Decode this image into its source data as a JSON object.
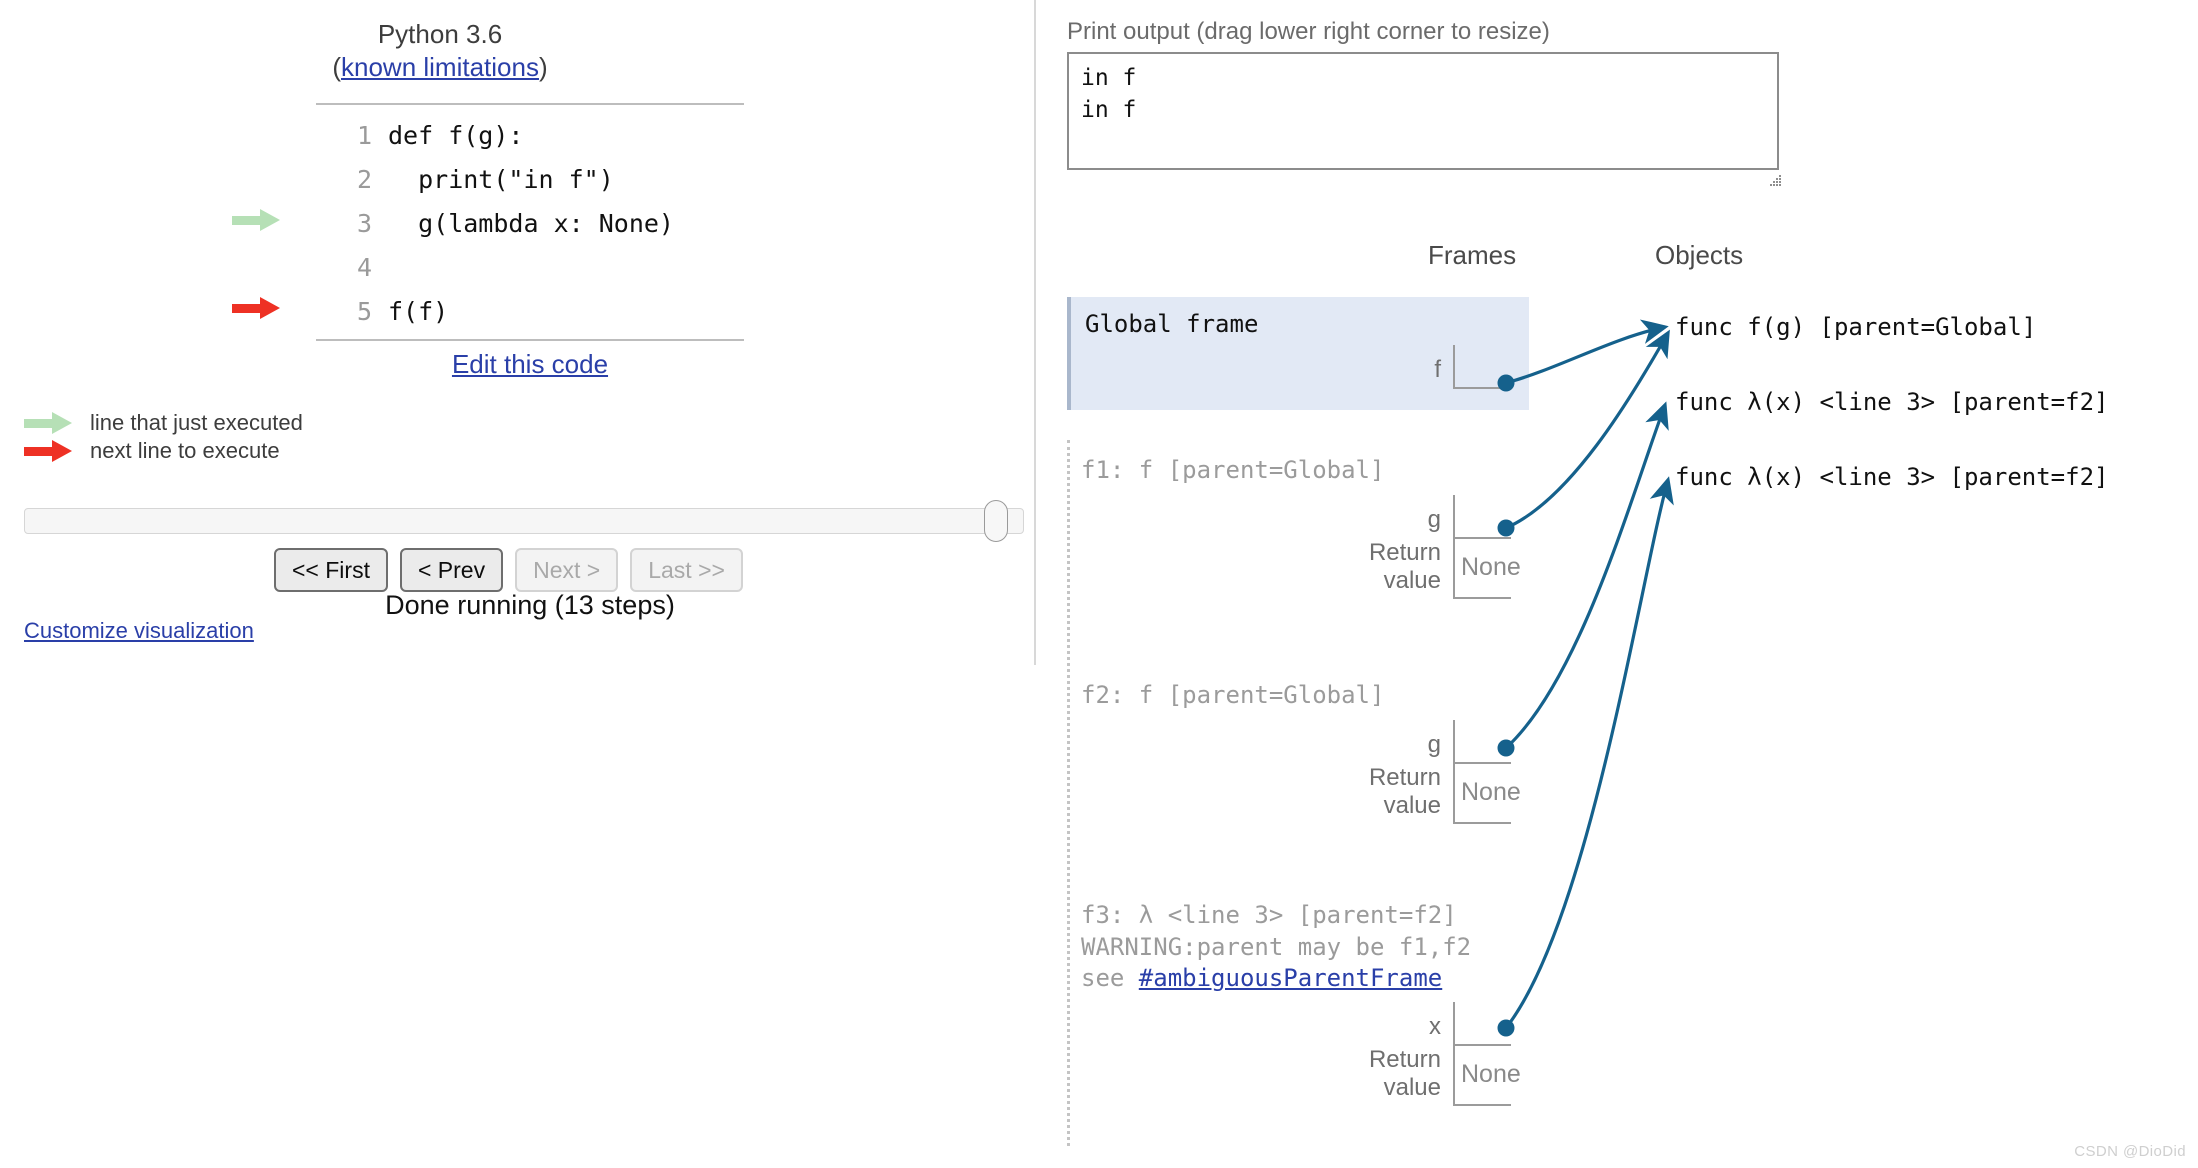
{
  "left": {
    "python_version": "Python 3.6",
    "limitations_prefix": "(",
    "limitations_link": "known limitations",
    "limitations_suffix": ")",
    "code_lines": [
      {
        "num": "1",
        "text": "def f(g):",
        "marker": "none"
      },
      {
        "num": "2",
        "text": "  print(\"in f\")",
        "marker": "none"
      },
      {
        "num": "3",
        "text": "  g(lambda x: None)",
        "marker": "green"
      },
      {
        "num": "4",
        "text": "",
        "marker": "none"
      },
      {
        "num": "5",
        "text": "f(f)",
        "marker": "red"
      }
    ],
    "edit_code_link": "Edit this code",
    "legend": {
      "executed": "line that just executed",
      "next": "next line to execute"
    },
    "buttons": [
      {
        "label": "<< First",
        "disabled": false
      },
      {
        "label": "< Prev",
        "disabled": false
      },
      {
        "label": "Next >",
        "disabled": true
      },
      {
        "label": "Last >>",
        "disabled": true
      }
    ],
    "status": "Done running (13 steps)",
    "customize_link": "Customize visualization",
    "slider_value_percent": 100
  },
  "right": {
    "print_output_label": "Print output (drag lower right corner to resize)",
    "print_output_text": "in f\nin f",
    "frames_header": "Frames",
    "objects_header": "Objects",
    "frames": [
      {
        "id": "global",
        "title": "Global frame",
        "title_lines": [
          "Global frame"
        ],
        "vars": [
          {
            "name": "f",
            "value": "",
            "is_pointer": true
          }
        ]
      },
      {
        "id": "f1",
        "title_lines": [
          "f1: f [parent=Global]"
        ],
        "vars": [
          {
            "name": "g",
            "value": "",
            "is_pointer": true
          },
          {
            "name": "Return\nvalue",
            "value": "None",
            "is_pointer": false
          }
        ]
      },
      {
        "id": "f2",
        "title_lines": [
          "f2: f [parent=Global]"
        ],
        "vars": [
          {
            "name": "g",
            "value": "",
            "is_pointer": true
          },
          {
            "name": "Return\nvalue",
            "value": "None",
            "is_pointer": false
          }
        ]
      },
      {
        "id": "f3",
        "title_lines": [
          "f3: λ <line 3> [parent=f2]",
          "WARNING:parent may be f1,f2",
          "see "
        ],
        "warning_link": "#ambiguousParentFrame",
        "vars": [
          {
            "name": "x",
            "value": "",
            "is_pointer": true
          },
          {
            "name": "Return\nvalue",
            "value": "None",
            "is_pointer": false
          }
        ]
      }
    ],
    "objects": [
      {
        "label": "func f(g) [parent=Global]"
      },
      {
        "label": "func λ(x) <line 3> [parent=f2]"
      },
      {
        "label": "func λ(x) <line 3> [parent=f2]"
      }
    ]
  },
  "watermark": "CSDN @DioDid",
  "colors": {
    "pointer": "#15618c",
    "global_frame_bg": "#e2e9f5",
    "arrow_green": "#b6e0b6",
    "arrow_red": "#ee3124",
    "link": "#2a3fa8"
  }
}
